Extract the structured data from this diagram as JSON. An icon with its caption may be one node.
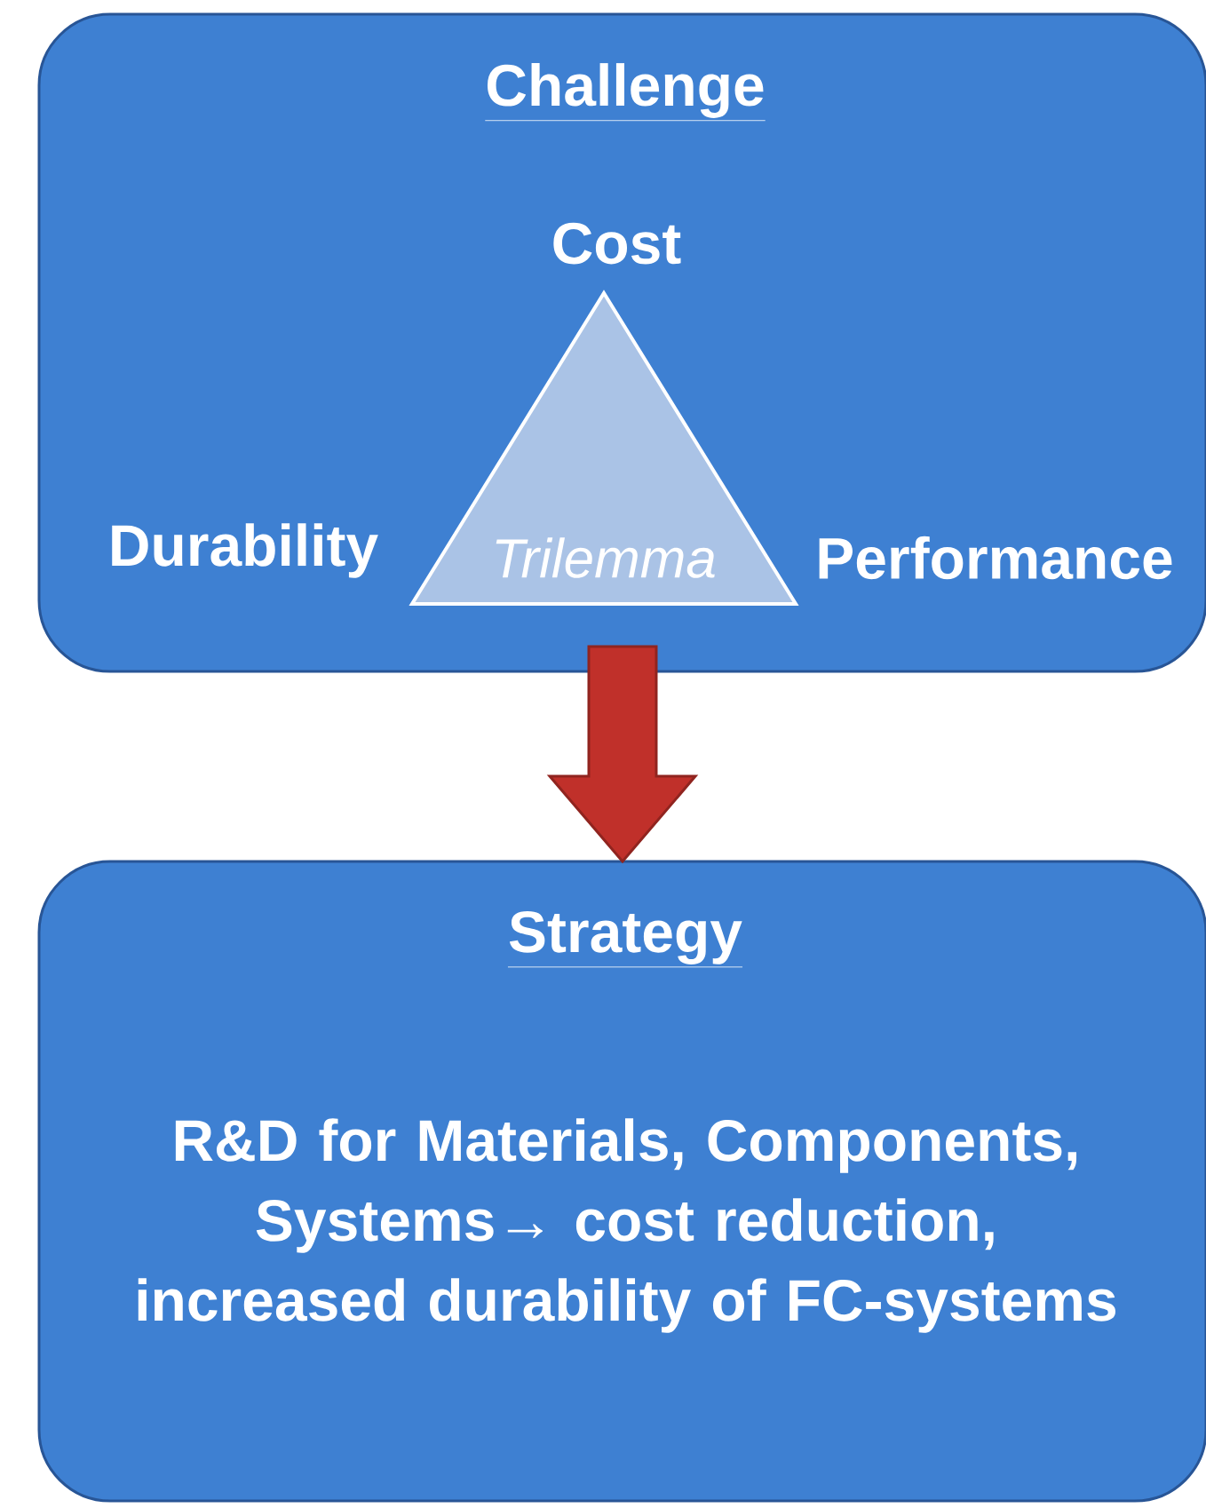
{
  "diagram": {
    "nodes": [
      {
        "text": [
          "Challenge"
        ]
      },
      {
        "text": [
          "Trilemma"
        ],
        "in": 0,
        "beside": [
          "Cost",
          "Durability",
          "Performance"
        ]
      },
      {
        "text": [
          "Strategy",
          "R&D for Materials, Components, Systems→ cost reduction, increased durability of FC-systems"
        ]
      }
    ],
    "edges": [
      {
        "from": 0,
        "to": 2,
        "arrow": "to",
        "style": "thick",
        "color": "#c0302a"
      }
    ]
  }
}
